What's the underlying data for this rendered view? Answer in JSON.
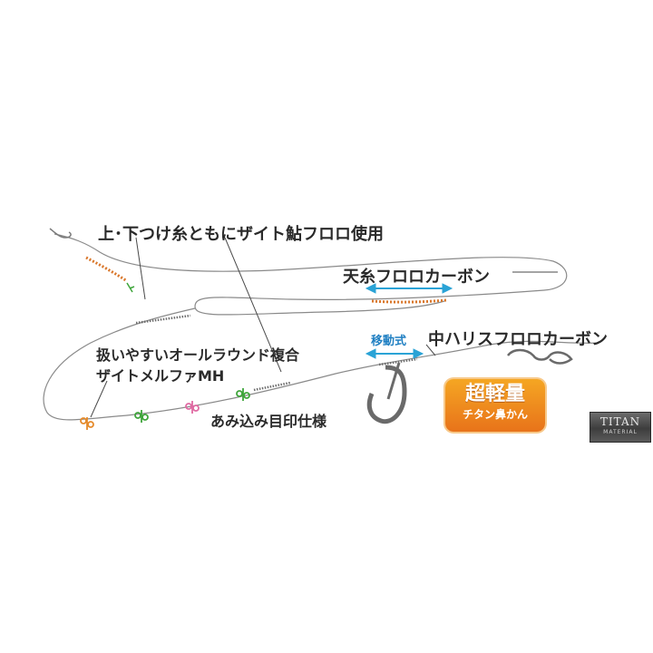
{
  "labels": {
    "top_line": "上･下つけ糸ともにザイト鮎フロロ使用",
    "main_line": "天糸フロロカーボン",
    "movable": "移動式",
    "middle_line": "中ハリスフロロカーボン",
    "body_line_1": "扱いやすいオールラウンド複合",
    "body_line_2": "ザイトメルファMH",
    "mesh_marker": "あみ込み目印仕様"
  },
  "badge": {
    "main": "超軽量",
    "sub": "チタン鼻かん"
  },
  "logo": {
    "main": "TITAN",
    "sub": "MATERIAL"
  },
  "colors": {
    "line": "#8a8a8a",
    "braid_orange": "#d9772b",
    "arrow_blue": "#2aa3d6",
    "marker_green": "#3fa53b",
    "marker_pink": "#e06aa3",
    "marker_orange": "#e58a2a",
    "badge_orange": "#f08a1c"
  },
  "icons": [
    "hook-icon",
    "nose-ring-icon",
    "hanging-swivel-icon",
    "marker-icon"
  ]
}
